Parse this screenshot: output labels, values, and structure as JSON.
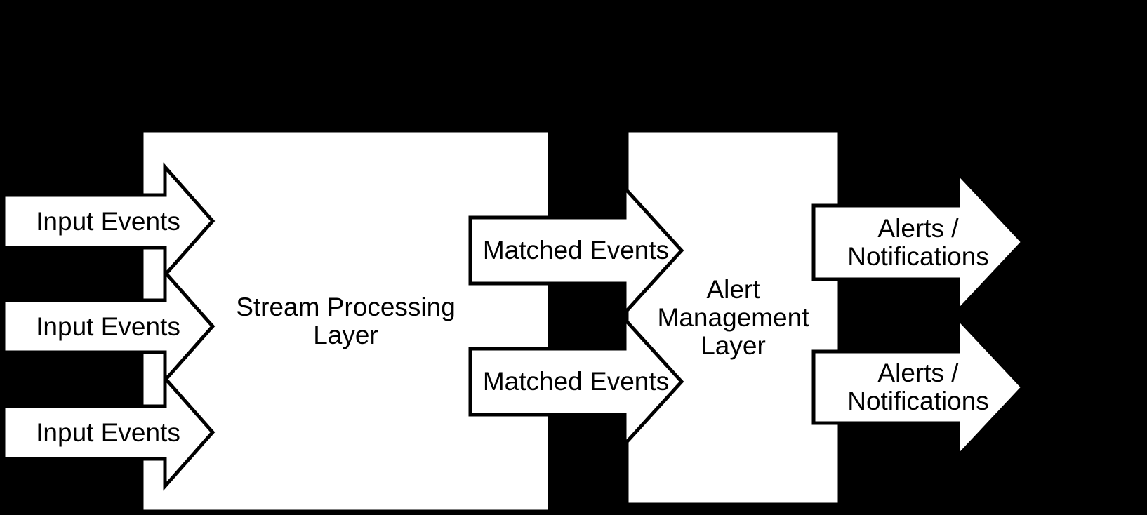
{
  "colors": {
    "background": "#000000",
    "shape_fill": "#ffffff",
    "shape_stroke": "#000000",
    "text": "#000000"
  },
  "diagram": {
    "boxes": {
      "stream_processing": {
        "label_lines": [
          "Stream Processing",
          "Layer"
        ]
      },
      "alert_management": {
        "label_lines": [
          "Alert",
          "Management",
          "Layer"
        ]
      }
    },
    "arrows": {
      "inputs": [
        {
          "label": "Input Events"
        },
        {
          "label": "Input Events"
        },
        {
          "label": "Input Events"
        }
      ],
      "matched": [
        {
          "label": "Matched Events"
        },
        {
          "label": "Matched Events"
        }
      ],
      "outputs": [
        {
          "label_lines": [
            "Alerts /",
            "Notifications"
          ]
        },
        {
          "label_lines": [
            "Alerts /",
            "Notifications"
          ]
        }
      ]
    }
  }
}
